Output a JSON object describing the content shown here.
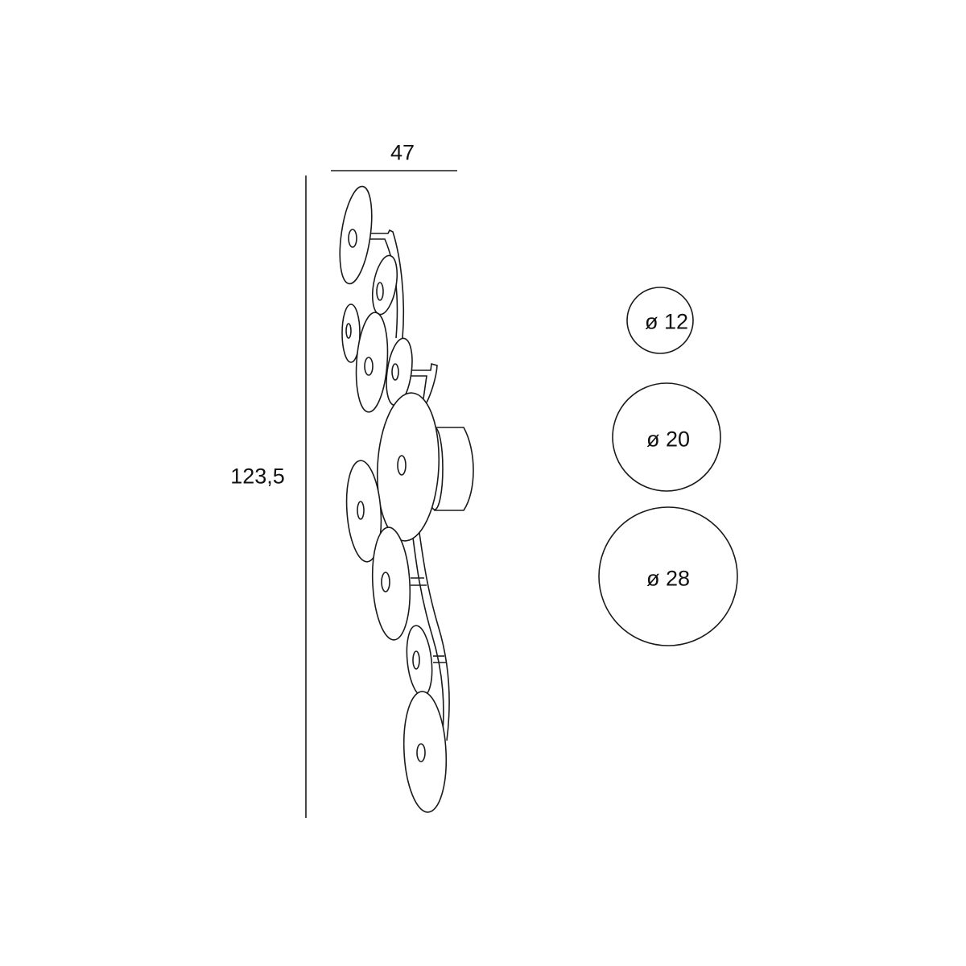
{
  "dimensions": {
    "width": "47",
    "height": "123,5"
  },
  "shade_sizes": [
    {
      "label": "ø 12"
    },
    {
      "label": "ø 20"
    },
    {
      "label": "ø 28"
    }
  ],
  "colors": {
    "line": "#1a1a1a",
    "background": "#ffffff"
  }
}
